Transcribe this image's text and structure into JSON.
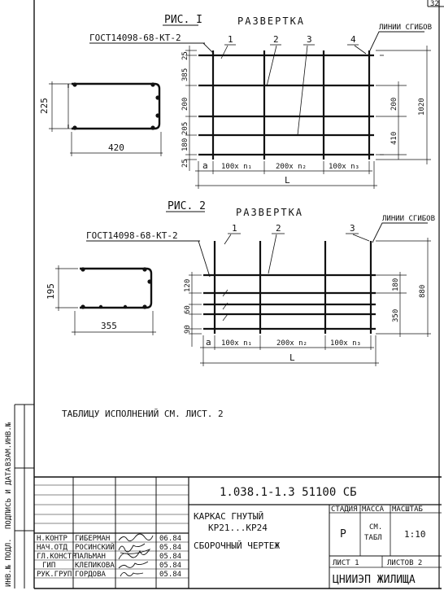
{
  "sheet_no": "32",
  "fig1": {
    "title": "РИС. I",
    "heading": "РАЗВЕРТКА",
    "gost": "ГОСТ14098-68-КТ-2",
    "fold_lines": "ЛИНИИ СГИБОВ",
    "callouts": [
      "1",
      "2",
      "3",
      "4"
    ],
    "section_w": "420",
    "section_h": "225",
    "left_dims": [
      "25",
      "385",
      "200",
      "205",
      "180",
      "25"
    ],
    "right_dims": [
      "200",
      "410",
      "1020"
    ],
    "bottom_dims": [
      "a",
      "100х n₁",
      "200х n₂",
      "100х n₃"
    ],
    "length": "L"
  },
  "fig2": {
    "title": "РИС. 2",
    "heading": "РАЗВЕРТКА",
    "gost": "ГОСТ14098-68-КТ-2",
    "fold_lines": "ЛИНИИ СГИБОВ",
    "callouts": [
      "1",
      "2",
      "3"
    ],
    "section_w": "355",
    "section_h": "195",
    "left_dims": [
      "120",
      "60",
      "90"
    ],
    "right_dims": [
      "180",
      "350",
      "880"
    ],
    "bottom_dims": [
      "a",
      "100х n₁",
      "200х n₂",
      "100х n₃"
    ],
    "length": "L"
  },
  "note": "ТАБЛИЦУ ИСПОЛНЕНИЙ СМ. ЛИСТ. 2",
  "side_labels": [
    "ВЗАМ.ИНВ.№",
    "ПОДПИСЬ И ДАТА",
    "ИНВ.№ ПОДЛ."
  ],
  "title_block": {
    "code": "1.038.1-1.3 51100 СБ",
    "name1": "КАРКАС ГНУТЫЙ",
    "name2": "КР21...КР24",
    "name3": "СБОРОЧНЫЙ ЧЕРТЕЖ",
    "stage_h": "СТАДИЯ",
    "mass_h": "МАССА",
    "scale_h": "МАСШТАБ",
    "stage": "Р",
    "mass1": "СМ.",
    "mass2": "ТАБЛ",
    "scale": "1:10",
    "sheet": "ЛИСТ 1",
    "sheets": "ЛИСТОВ 2",
    "org": "ЦНИИЭП ЖИЛИЩА",
    "people": [
      {
        "role": "Н.КОНТР",
        "name": "ГИБЕРМАН",
        "date": "06.84"
      },
      {
        "role": "НАЧ.ОТД",
        "name": "РОСИНСКИЙ",
        "date": "05.84"
      },
      {
        "role": "ГЛ.КОНСТР",
        "name": "ПАЛЬМАН",
        "date": "05.84"
      },
      {
        "role": "ГИП",
        "name": "КЛЕПИКОВА",
        "date": "05.84"
      },
      {
        "role": "РУК.ГРУП",
        "name": "ГОРДОВА",
        "date": "05.84"
      }
    ]
  }
}
